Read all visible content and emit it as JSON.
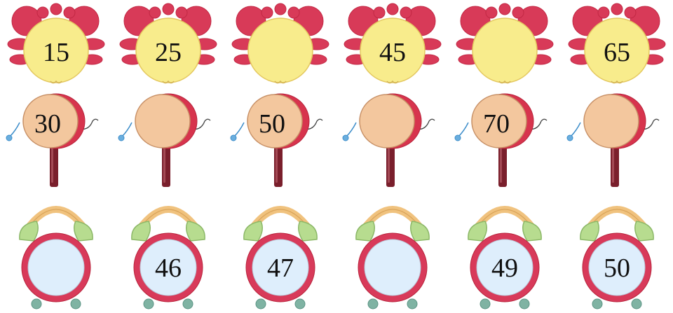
{
  "rows": [
    {
      "name": "crab",
      "labels": [
        "15",
        "25",
        "",
        "45",
        "",
        "65"
      ]
    },
    {
      "name": "drum",
      "labels": [
        "30",
        "",
        "50",
        "",
        "70",
        ""
      ]
    },
    {
      "name": "clock",
      "labels": [
        "",
        "46",
        "47",
        "",
        "49",
        "50"
      ]
    }
  ],
  "icons": {
    "crab": "crab-icon",
    "drum": "rattle-drum-icon",
    "clock": "alarm-clock-icon"
  },
  "colors": {
    "crab_body": "#f8ec8c",
    "crab_claws": "#d83a58",
    "drum_face": "#f3c79e",
    "drum_rim": "#d7344d",
    "drum_handle": "#7a1f2c",
    "clock_face": "#deeefc",
    "clock_ring": "#d83a5a",
    "clock_bell": "#f0c27e",
    "clock_ears": "#b7dc8f",
    "clock_feet": "#7fb3a3"
  }
}
